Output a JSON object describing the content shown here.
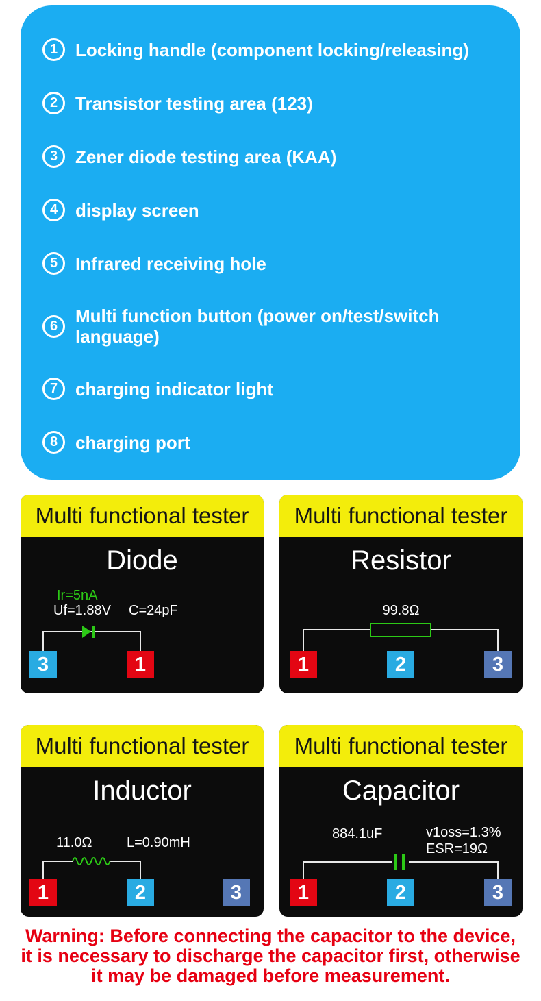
{
  "features_panel": {
    "background": "#1BADF2",
    "items": [
      {
        "num": "1",
        "label": "Locking handle (component locking/releasing)"
      },
      {
        "num": "2",
        "label": "Transistor testing area (123)"
      },
      {
        "num": "3",
        "label": "Zener diode testing area (KAA)"
      },
      {
        "num": "4",
        "label": "display screen"
      },
      {
        "num": "5",
        "label": "Infrared receiving hole"
      },
      {
        "num": "6",
        "label": "Multi function button (power on/test/switch language)"
      },
      {
        "num": "7",
        "label": "charging indicator light"
      },
      {
        "num": "8",
        "label": "charging port"
      }
    ]
  },
  "screens": [
    {
      "header": "Multi functional tester",
      "title": "Diode",
      "reading_ir": "Ir=5nA",
      "reading_uf": "Uf=1.88V",
      "reading_c": "C=24pF",
      "pads": [
        {
          "label": "3"
        },
        {
          "label": "1"
        }
      ]
    },
    {
      "header": "Multi functional tester",
      "title": "Resistor",
      "reading_r": "99.8Ω",
      "pads": [
        {
          "label": "1"
        },
        {
          "label": "2"
        },
        {
          "label": "3"
        }
      ]
    },
    {
      "header": "Multi functional tester",
      "title": "Inductor",
      "reading_r": "11.0Ω",
      "reading_l": "L=0.90mH",
      "pads": [
        {
          "label": "1"
        },
        {
          "label": "2"
        },
        {
          "label": "3"
        }
      ]
    },
    {
      "header": "Multi functional tester",
      "title": "Capacitor",
      "reading_cap": "884.1uF",
      "reading_vloss": "v1oss=1.3%",
      "reading_esr": "ESR=19Ω",
      "pads": [
        {
          "label": "1"
        },
        {
          "label": "2"
        },
        {
          "label": "3"
        }
      ]
    }
  ],
  "warning": {
    "line1": "Warning: Before connecting the capacitor to the device,",
    "line2": "it is necessary to discharge the capacitor first, otherwise",
    "line3": "it may be damaged before measurement."
  },
  "colors": {
    "panel_blue": "#1BADF2",
    "header_yellow": "#F3ED0B",
    "screen_black": "#0C0C0C",
    "pad_red": "#E30613",
    "pad_cyan": "#29ABE2",
    "pad_steel": "#5577B5",
    "circuit_green": "#2CC916",
    "wire": "#E8E8E8",
    "warning_red": "#E60012"
  }
}
